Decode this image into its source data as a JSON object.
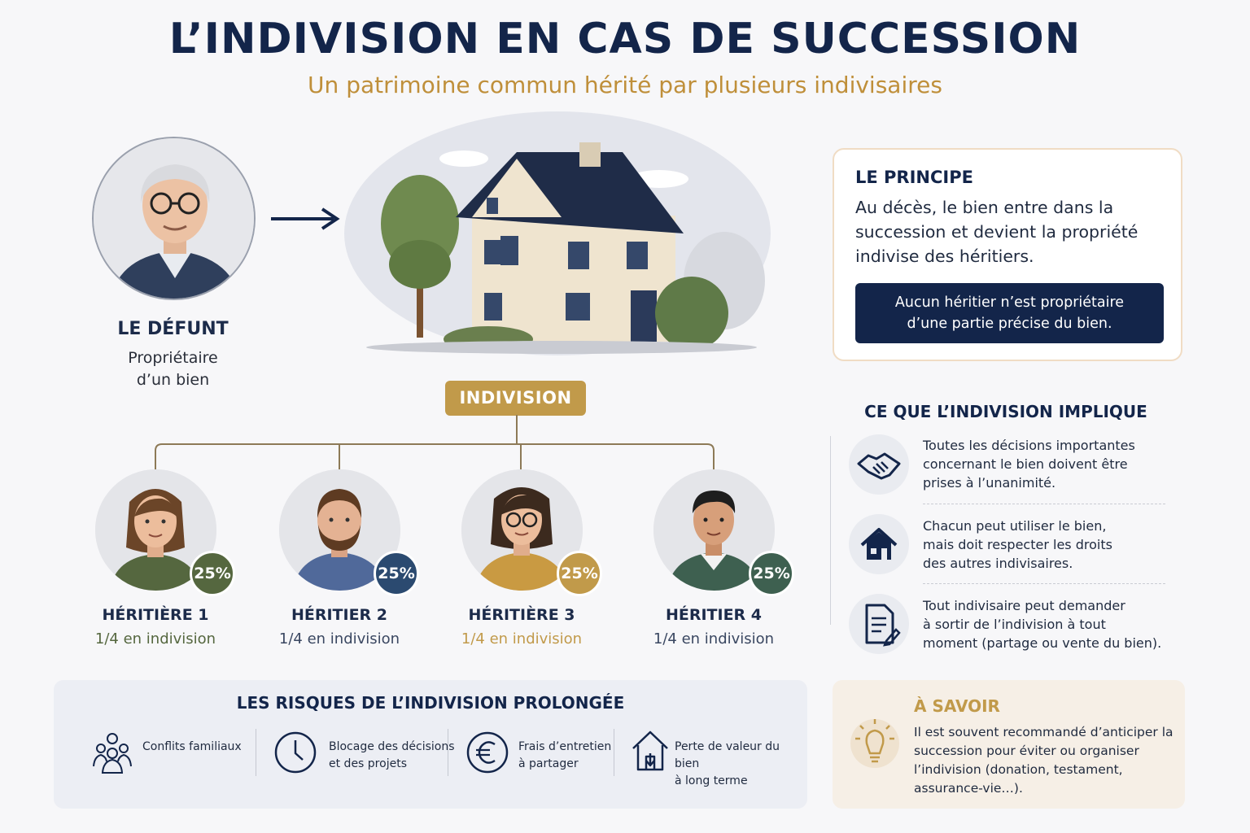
{
  "header": {
    "title": "L’INDIVISION EN CAS DE SUCCESSION",
    "subtitle": "Un patrimoine commun hérité par plusieurs indivisaires"
  },
  "defunt": {
    "title": "LE DÉFUNT",
    "line1": "Propriétaire",
    "line2": "d’un bien"
  },
  "principle": {
    "title": "LE PRINCIPE",
    "text": "Au décès, le bien entre dans la succession et devient la propriété indivise des héritiers.",
    "banner_line1": "Aucun héritier n’est propriétaire",
    "banner_line2": "d’une partie précise du bien."
  },
  "indivision_label": "INDIVISION",
  "heirs": [
    {
      "name": "HÉRITIÈRE 1",
      "share": "1/4 en indivision",
      "percent": "25%",
      "color": "#55673f"
    },
    {
      "name": "HÉRITIER 2",
      "share": "1/4 en indivision",
      "percent": "25%",
      "color": "#2b4a70"
    },
    {
      "name": "HÉRITIÈRE 3",
      "share": "1/4 en indivision",
      "percent": "25%",
      "color": "#c19a4a"
    },
    {
      "name": "HÉRITIER 4",
      "share": "1/4 en indivision",
      "percent": "25%",
      "color": "#3e6050"
    }
  ],
  "implications": {
    "title": "CE QUE L’INDIVISION IMPLIQUE",
    "items": [
      {
        "icon": "handshake-icon",
        "l1": "Toutes les décisions importantes",
        "l2": "concernant le bien doivent être",
        "l3": "prises à l’unanimité."
      },
      {
        "icon": "house-icon",
        "l1": "Chacun peut utiliser le bien,",
        "l2": "mais doit respecter les droits",
        "l3": "des autres indivisaires."
      },
      {
        "icon": "document-icon",
        "l1": "Tout indivisaire peut demander",
        "l2": "à sortir de l’indivision à tout",
        "l3": "moment (partage ou vente du bien)."
      }
    ]
  },
  "risks": {
    "title": "LES RISQUES DE L’INDIVISION PROLONGÉE",
    "items": [
      {
        "icon": "people-group-icon",
        "l1": "Conflits familiaux",
        "l2": ""
      },
      {
        "icon": "clock-icon",
        "l1": "Blocage des décisions",
        "l2": "et des projets"
      },
      {
        "icon": "euro-icon",
        "l1": "Frais d’entretien",
        "l2": "à partager"
      },
      {
        "icon": "house-down-icon",
        "l1": "Perte de valeur du bien",
        "l2": "à long terme"
      }
    ]
  },
  "savoir": {
    "title": "À SAVOIR",
    "text": "Il est souvent recommandé d’anticiper la succession pour éviter ou organiser l’indivision (donation, testament, assurance-vie…)."
  },
  "colors": {
    "navy": "#13254a",
    "gold": "#c19a4a"
  }
}
